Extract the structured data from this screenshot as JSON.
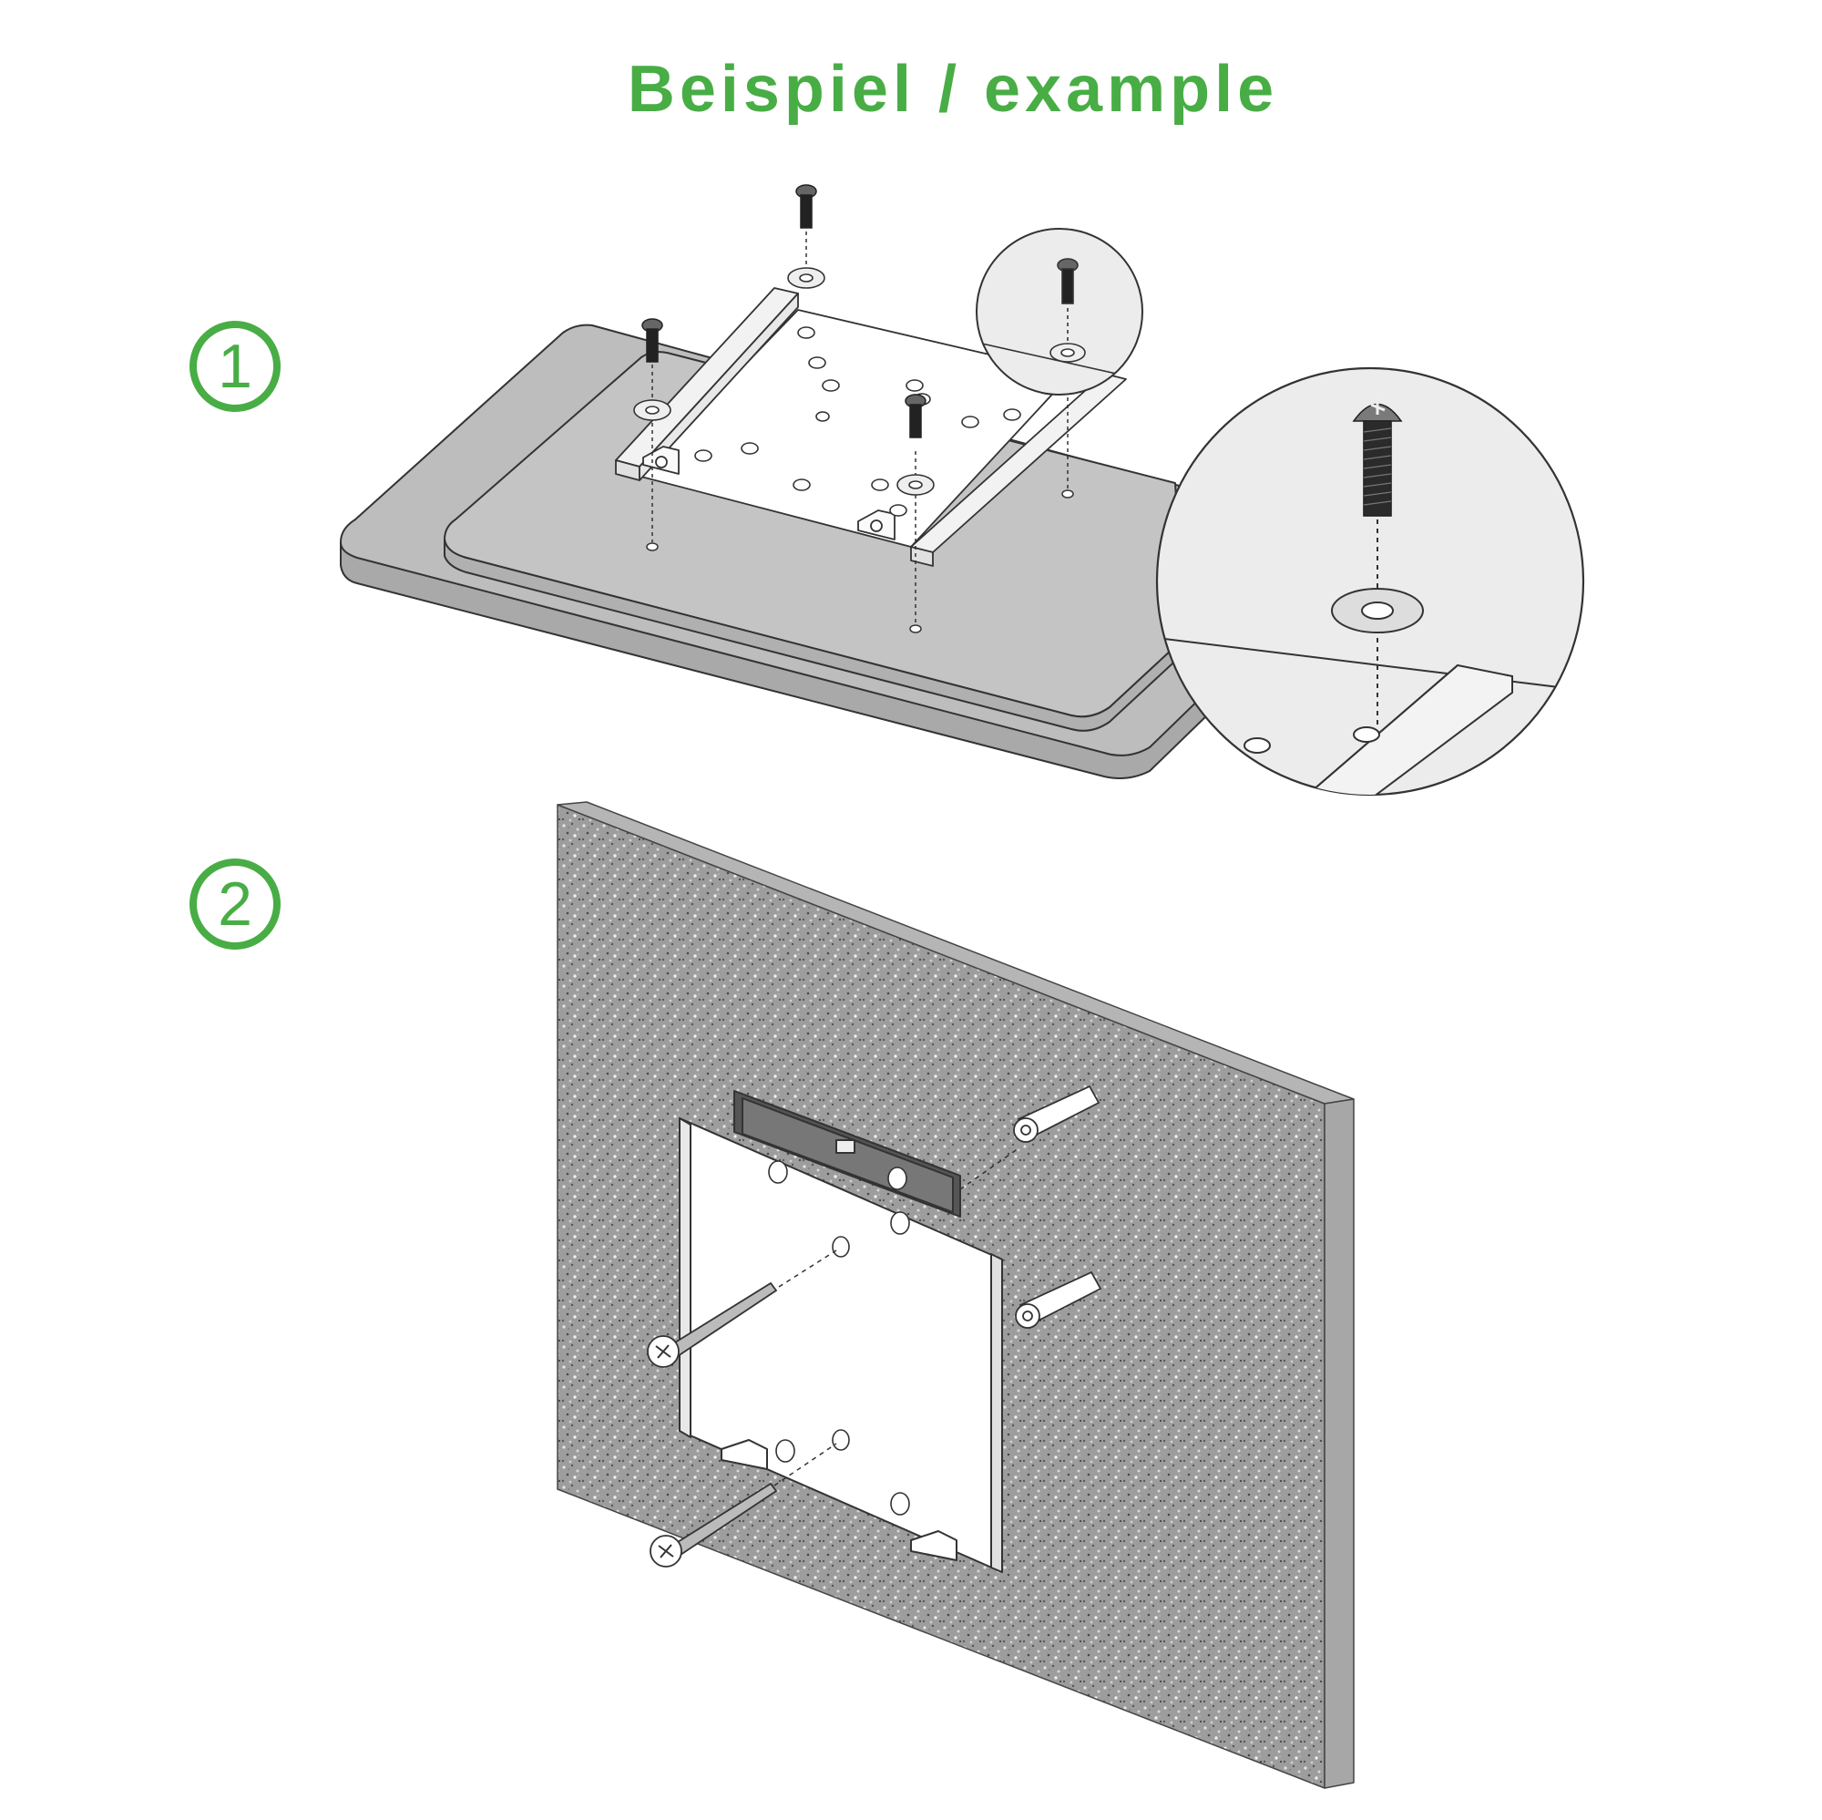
{
  "title": "Beispiel / example",
  "steps": [
    "1",
    "2"
  ],
  "colors": {
    "accent": "#48ad45",
    "line": "#333333",
    "panel_top": "#bdbdbd",
    "panel_side": "#a9a9a9",
    "wall_face": "#9a9a9a",
    "wall_side": "#a7a7a7",
    "bracket": "#ffffff"
  }
}
